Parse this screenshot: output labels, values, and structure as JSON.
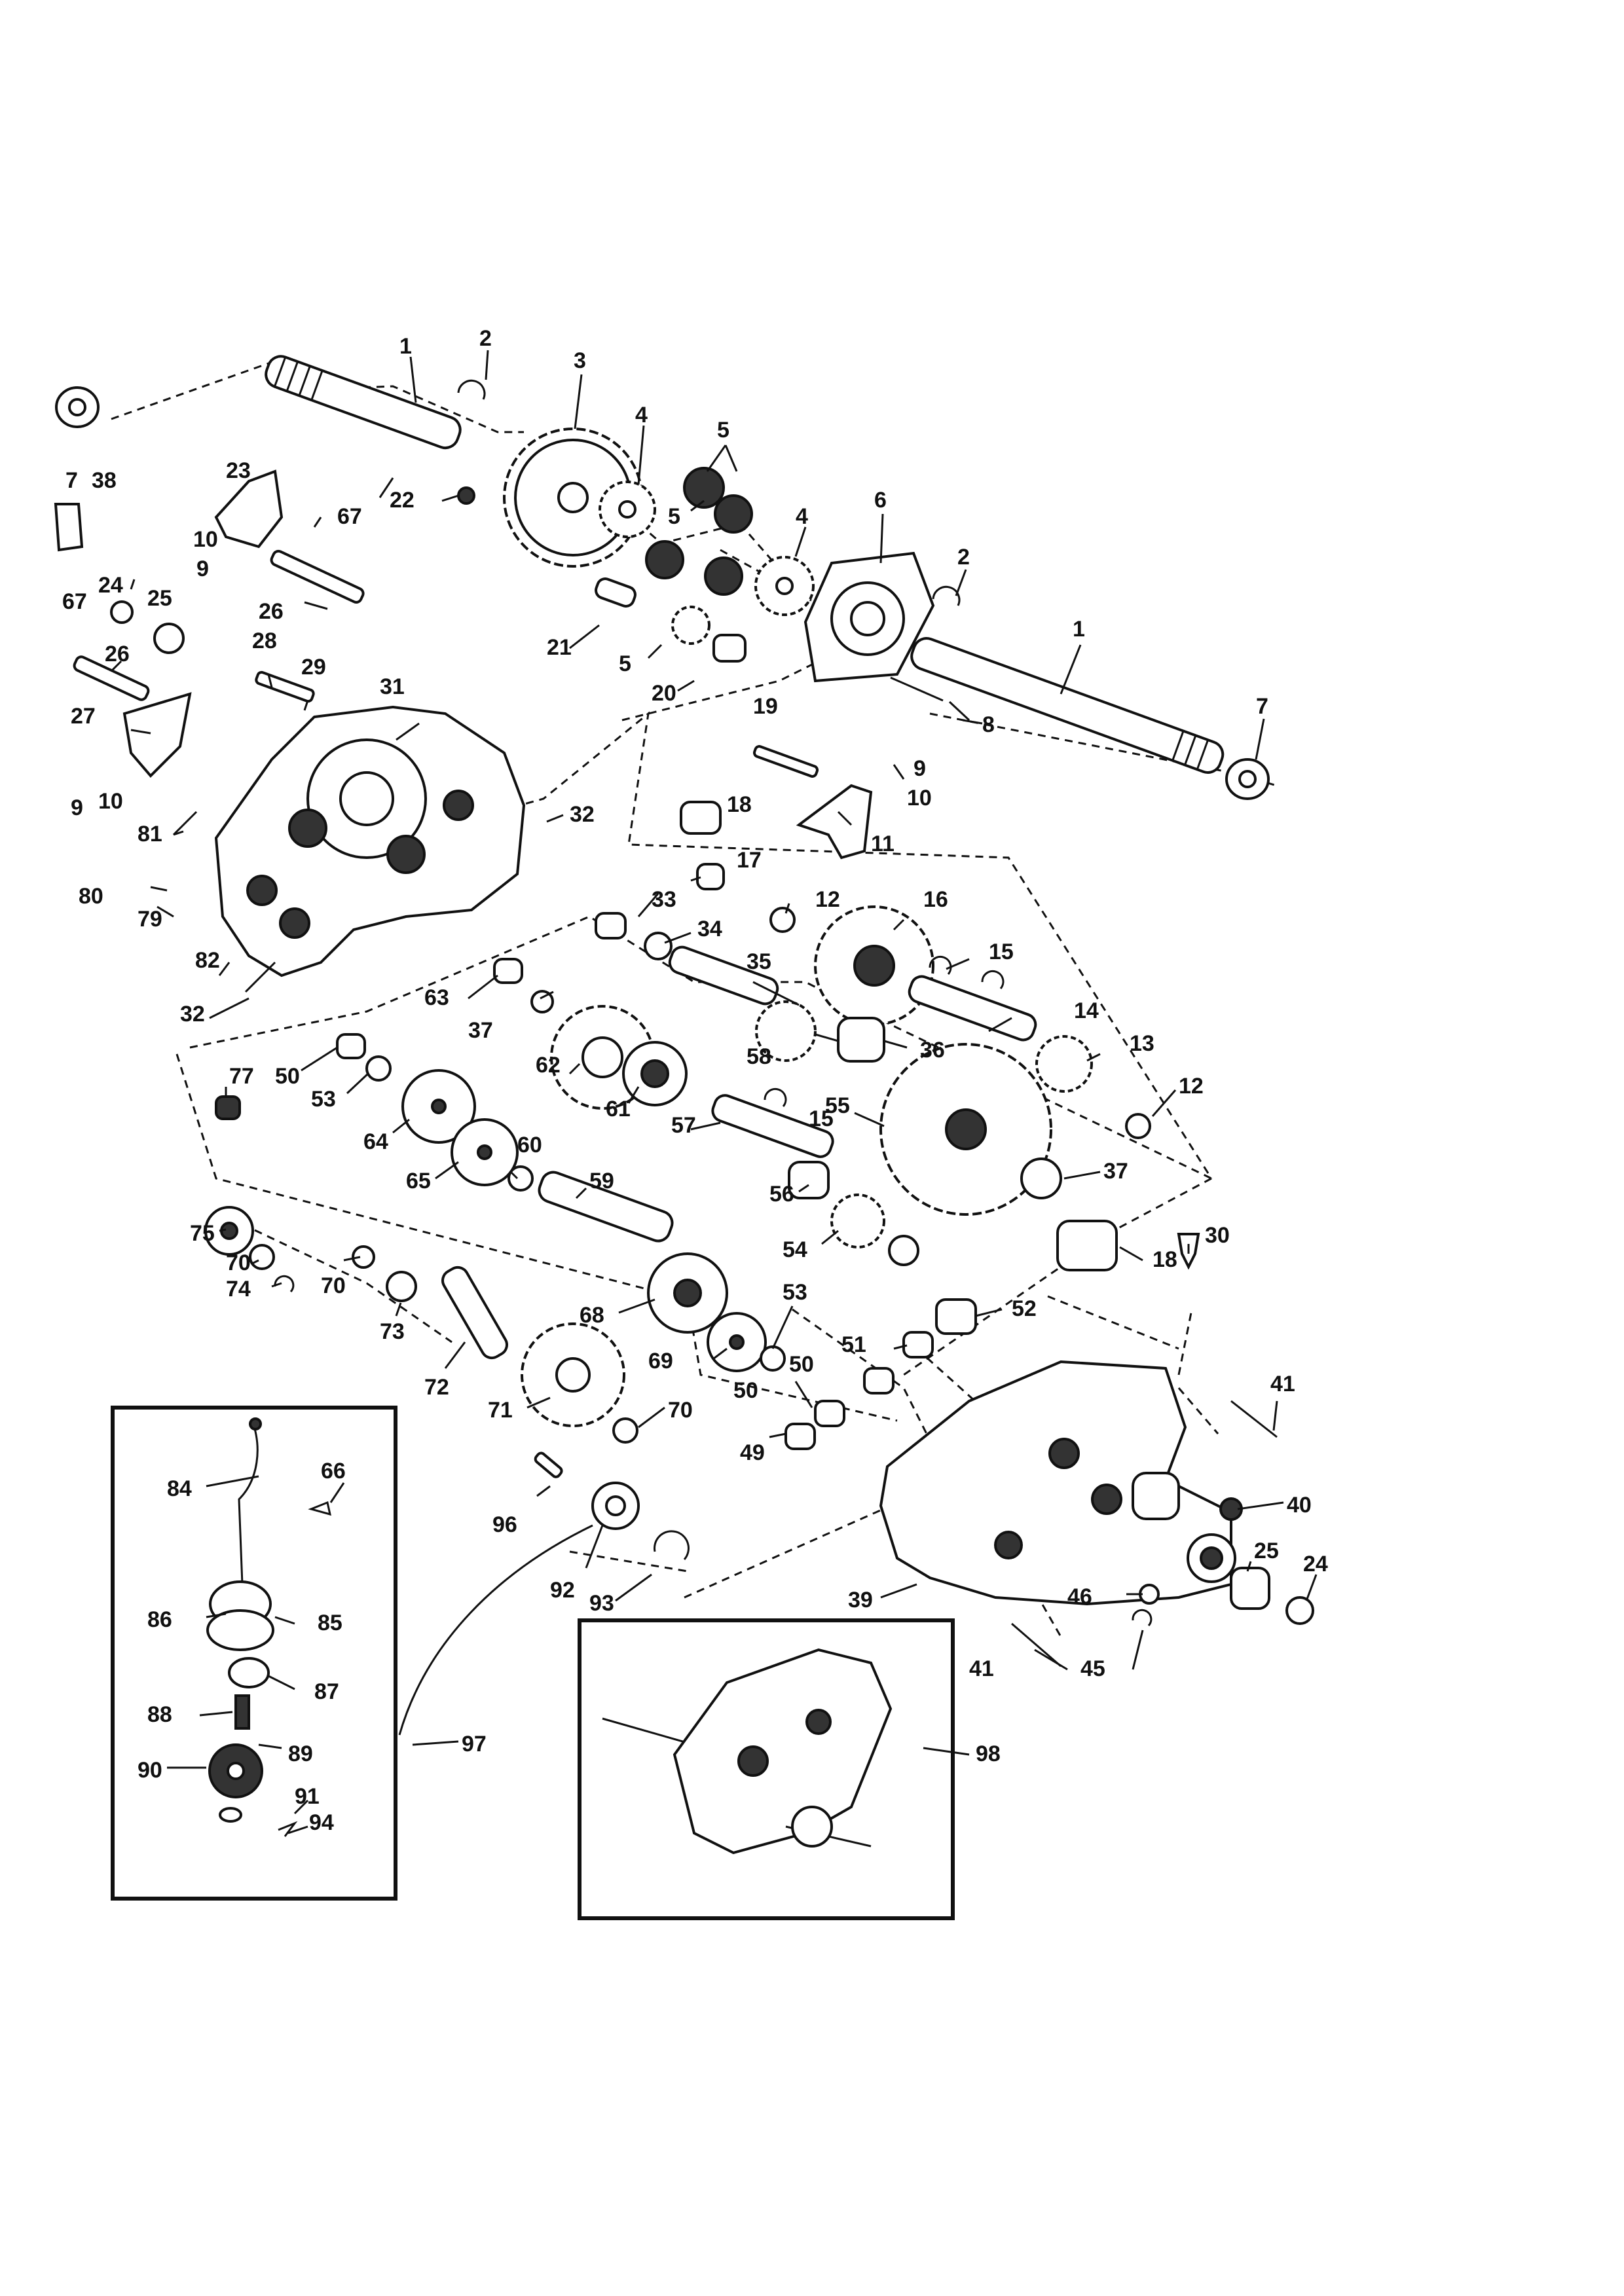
{
  "diagram": {
    "labels": {
      "p1": "1",
      "p2": "2",
      "p3": "3",
      "p4": "4",
      "p5": "5",
      "p6": "6",
      "p7": "7",
      "p8": "8",
      "p9": "9",
      "p10": "10",
      "p11": "11",
      "p12": "12",
      "p13": "13",
      "p14": "14",
      "p15": "15",
      "p16": "16",
      "p17": "17",
      "p18": "18",
      "p19": "19",
      "p20": "20",
      "p21": "21",
      "p22": "22",
      "p23": "23",
      "p24": "24",
      "p25": "25",
      "p26": "26",
      "p27": "27",
      "p28": "28",
      "p29": "29",
      "p30": "30",
      "p31": "31",
      "p32": "32",
      "p33": "33",
      "p34": "34",
      "p35": "35",
      "p36": "36",
      "p37": "37",
      "p38": "38",
      "p39": "39",
      "p40": "40",
      "p41": "41",
      "p45": "45",
      "p46": "46",
      "p49": "49",
      "p50": "50",
      "p51": "51",
      "p52": "52",
      "p53": "53",
      "p54": "54",
      "p55": "55",
      "p56": "56",
      "p57": "57",
      "p58": "58",
      "p59": "59",
      "p60": "60",
      "p61": "61",
      "p62": "62",
      "p63": "63",
      "p64": "64",
      "p65": "65",
      "p66": "66",
      "p67": "67",
      "p68": "68",
      "p69": "69",
      "p70": "70",
      "p71": "71",
      "p72": "72",
      "p73": "73",
      "p74": "74",
      "p75": "75",
      "p77": "77",
      "p79": "79",
      "p80": "80",
      "p81": "81",
      "p82": "82",
      "p84": "84",
      "p85": "85",
      "p86": "86",
      "p87": "87",
      "p88": "88",
      "p89": "89",
      "p90": "90",
      "p91": "91",
      "p92": "92",
      "p93": "93",
      "p94": "94",
      "p96": "96",
      "p97": "97",
      "p98": "98"
    }
  }
}
